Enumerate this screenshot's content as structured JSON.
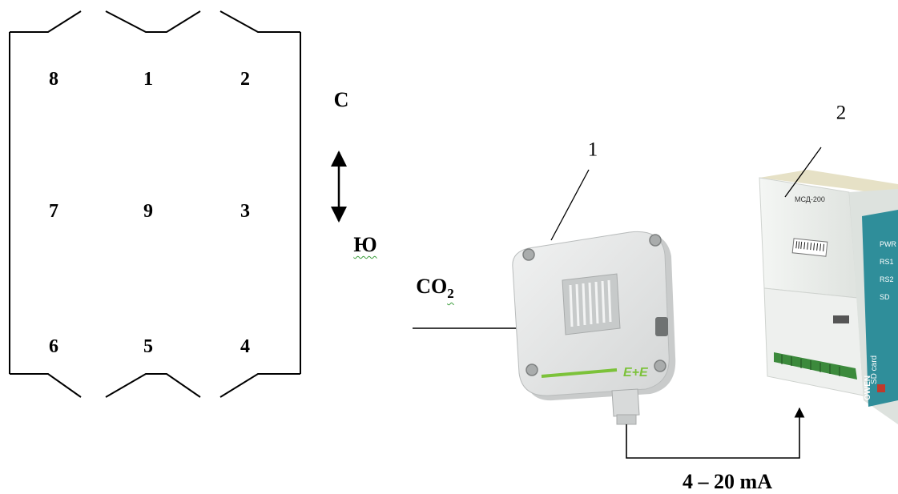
{
  "room_grid": {
    "cells": [
      "8",
      "1",
      "2",
      "7",
      "9",
      "3",
      "6",
      "5",
      "4"
    ]
  },
  "compass": {
    "north": "С",
    "south": "Ю"
  },
  "gas_label": {
    "main": "CO",
    "subscript": "2"
  },
  "callouts": {
    "sensor": "1",
    "logger": "2"
  },
  "signal_label": "4 – 20 mA",
  "sensor_brand": "E+E",
  "logger_panel": {
    "title": "МСД-200",
    "lines": [
      "PWR",
      "RS1",
      "RS2",
      "SD"
    ],
    "side_text": "SD card",
    "brand": "OWEN"
  },
  "colors": {
    "line": "#000000",
    "sensor_body": "#e3e5e4",
    "sensor_green": "#7cc23a",
    "logger_body": "#e9ece9",
    "logger_teal": "#2f8e9a",
    "terminal_green": "#3c8a3c"
  }
}
